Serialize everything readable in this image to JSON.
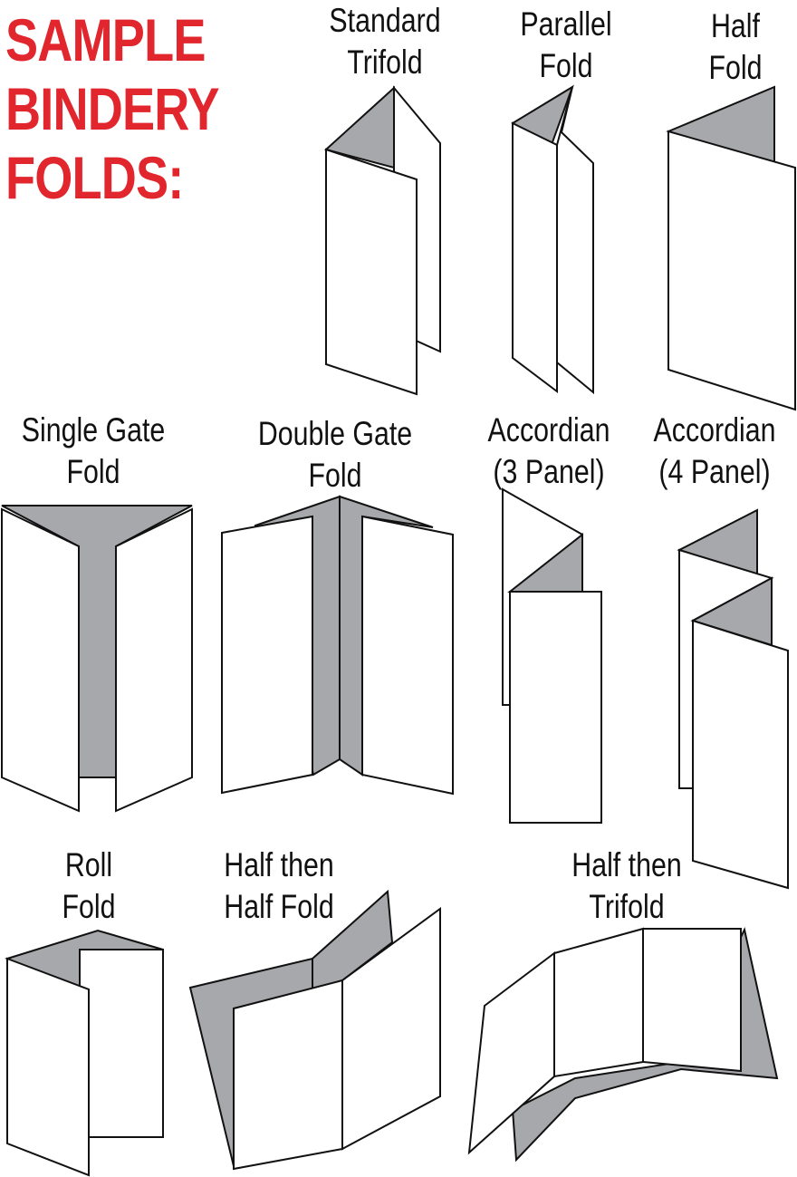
{
  "title": {
    "lines": [
      "SAMPLE",
      "BINDERY",
      "FOLDS:"
    ],
    "color": "#e1262d"
  },
  "colors": {
    "panel_fill": "#ffffff",
    "inside_fill": "#a7a8ab",
    "outline": "#111111"
  },
  "folds": [
    {
      "id": "standard-trifold",
      "label_lines": [
        "Standard",
        "Trifold"
      ]
    },
    {
      "id": "parallel-fold",
      "label_lines": [
        "Parallel",
        "Fold"
      ]
    },
    {
      "id": "half-fold",
      "label_lines": [
        "Half",
        "Fold"
      ]
    },
    {
      "id": "single-gate-fold",
      "label_lines": [
        "Single Gate",
        "Fold"
      ]
    },
    {
      "id": "double-gate-fold",
      "label_lines": [
        "Double Gate",
        "Fold"
      ]
    },
    {
      "id": "accordian-3-panel",
      "label_lines": [
        "Accordian",
        "(3 Panel)"
      ]
    },
    {
      "id": "accordian-4-panel",
      "label_lines": [
        "Accordian",
        "(4 Panel)"
      ]
    },
    {
      "id": "roll-fold",
      "label_lines": [
        "Roll",
        "Fold"
      ]
    },
    {
      "id": "half-then-half-fold",
      "label_lines": [
        "Half then",
        "Half Fold"
      ]
    },
    {
      "id": "half-then-trifold",
      "label_lines": [
        "Half then",
        "Trifold"
      ]
    }
  ]
}
